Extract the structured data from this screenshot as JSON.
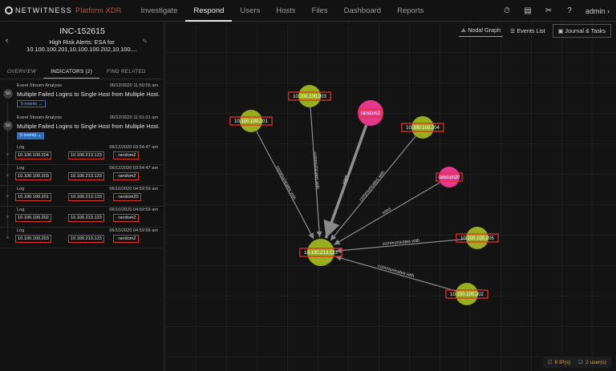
{
  "brand": {
    "name": "NETWITNESS",
    "product": "Platform XDR"
  },
  "nav": [
    "Investigate",
    "Respond",
    "Users",
    "Hosts",
    "Files",
    "Dashboard",
    "Reports"
  ],
  "user": {
    "name": "admin"
  },
  "incident": {
    "id": "INC-152615",
    "title_line1": "High Risk Alerts: ESA for",
    "title_line2": "10.100.100.201,10.100.100.202,10.100...."
  },
  "tabs": [
    "OVERVIEW",
    "INDICATORS (2)",
    "FIND RELATED"
  ],
  "indicators": [
    {
      "num": "50",
      "source": "Event Stream Analysis",
      "time": "06/12/2020 11:50:56 am",
      "name": "Multiple Failed Logins to Single Host from Multiple Host...",
      "events": "5 events"
    },
    {
      "num": "50",
      "source": "Event Stream Analysis",
      "time": "06/12/2020 11:51:01 am",
      "name": "Multiple Failed Logins to Single Host from Multiple Host...",
      "events": "5 events"
    }
  ],
  "logs": [
    {
      "source": "Log",
      "time": "06/12/2020 03:54:47 am",
      "src": "10.100.100.204",
      "dst": "10.100.213.123",
      "user": "random2"
    },
    {
      "source": "Log",
      "time": "06/12/2020 03:54:47 am",
      "src": "10.100.100.203",
      "dst": "10.100.213.123",
      "user": "random2"
    },
    {
      "source": "Log",
      "time": "06/10/2020 04:59:59 am",
      "src": "10.100.100.201",
      "dst": "10.100.213.123",
      "user": "random20"
    },
    {
      "source": "Log",
      "time": "06/10/2020 04:59:59 am",
      "src": "10.100.100.202",
      "dst": "10.100.213.123",
      "user": "random2"
    },
    {
      "source": "Log",
      "time": "06/10/2020 04:59:59 am",
      "src": "10.100.100.203",
      "dst": "10.100.213.123",
      "user": "random2"
    }
  ],
  "view": {
    "nodal": "Nodal Graph",
    "events": "Events List",
    "journal": "Journal & Tasks"
  },
  "graph": {
    "nodes": [
      {
        "id": "n201",
        "label": "10.100.100.201",
        "kind": "ip"
      },
      {
        "id": "n203",
        "label": "10.100.100.203",
        "kind": "ip"
      },
      {
        "id": "r2",
        "label": "random2",
        "kind": "user"
      },
      {
        "id": "n204",
        "label": "10.100.100.204",
        "kind": "ip"
      },
      {
        "id": "r20",
        "label": "random20",
        "kind": "user"
      },
      {
        "id": "n205",
        "label": "10.100.100.205",
        "kind": "ip"
      },
      {
        "id": "n202",
        "label": "10.100.100.202",
        "kind": "ip"
      },
      {
        "id": "center",
        "label": "10.100.213.123",
        "kind": "ip"
      }
    ],
    "edges": [
      {
        "from": "n201",
        "to": "center",
        "label": "communicates with"
      },
      {
        "from": "n203",
        "to": "center",
        "label": "communicates with"
      },
      {
        "from": "r2",
        "to": "center",
        "label": "uses"
      },
      {
        "from": "n204",
        "to": "center",
        "label": "communicates with"
      },
      {
        "from": "r20",
        "to": "center",
        "label": "uses"
      },
      {
        "from": "n205",
        "to": "center",
        "label": "communicates with"
      },
      {
        "from": "n202",
        "to": "center",
        "label": "communicates with"
      }
    ]
  },
  "colors": {
    "ip": "#9aad1c",
    "user": "#e6378c",
    "highlight": "#e2302a",
    "accent": "#6aa8ff"
  },
  "stats": {
    "ips": "6 IP(s)",
    "users": "2 user(s)"
  }
}
